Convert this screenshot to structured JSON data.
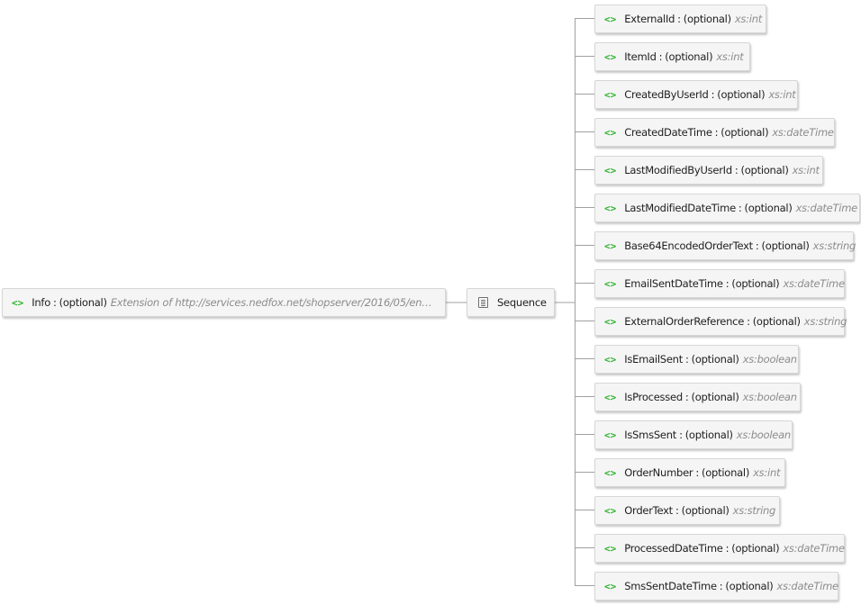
{
  "root": {
    "icon": "element-icon",
    "icon_glyph": "<>",
    "name": "Info",
    "separator": ":",
    "occurrence": "(optional)",
    "extension": "Extension of http://services.nedfox.net/shopserver/2016/05/entities:..."
  },
  "sequence": {
    "icon": "sequence-icon",
    "label": "Sequence"
  },
  "children": [
    {
      "name": "ExternalId",
      "occurrence": "(optional)",
      "type": "xs:int"
    },
    {
      "name": "ItemId",
      "occurrence": "(optional)",
      "type": "xs:int"
    },
    {
      "name": "CreatedByUserId",
      "occurrence": "(optional)",
      "type": "xs:int"
    },
    {
      "name": "CreatedDateTime",
      "occurrence": "(optional)",
      "type": "xs:dateTime"
    },
    {
      "name": "LastModifiedByUserId",
      "occurrence": "(optional)",
      "type": "xs:int"
    },
    {
      "name": "LastModifiedDateTime",
      "occurrence": "(optional)",
      "type": "xs:dateTime"
    },
    {
      "name": "Base64EncodedOrderText",
      "occurrence": "(optional)",
      "type": "xs:string"
    },
    {
      "name": "EmailSentDateTime",
      "occurrence": "(optional)",
      "type": "xs:dateTime"
    },
    {
      "name": "ExternalOrderReference",
      "occurrence": "(optional)",
      "type": "xs:string"
    },
    {
      "name": "IsEmailSent",
      "occurrence": "(optional)",
      "type": "xs:boolean"
    },
    {
      "name": "IsProcessed",
      "occurrence": "(optional)",
      "type": "xs:boolean"
    },
    {
      "name": "IsSmsSent",
      "occurrence": "(optional)",
      "type": "xs:boolean"
    },
    {
      "name": "OrderNumber",
      "occurrence": "(optional)",
      "type": "xs:int"
    },
    {
      "name": "OrderText",
      "occurrence": "(optional)",
      "type": "xs:string"
    },
    {
      "name": "ProcessedDateTime",
      "occurrence": "(optional)",
      "type": "xs:dateTime"
    },
    {
      "name": "SmsSentDateTime",
      "occurrence": "(optional)",
      "type": "xs:dateTime"
    }
  ],
  "colors": {
    "element_icon": "#2bb32b",
    "type_text": "#8c8c8c",
    "connector": "#a0a0a0",
    "node_background": "#f5f5f5"
  }
}
